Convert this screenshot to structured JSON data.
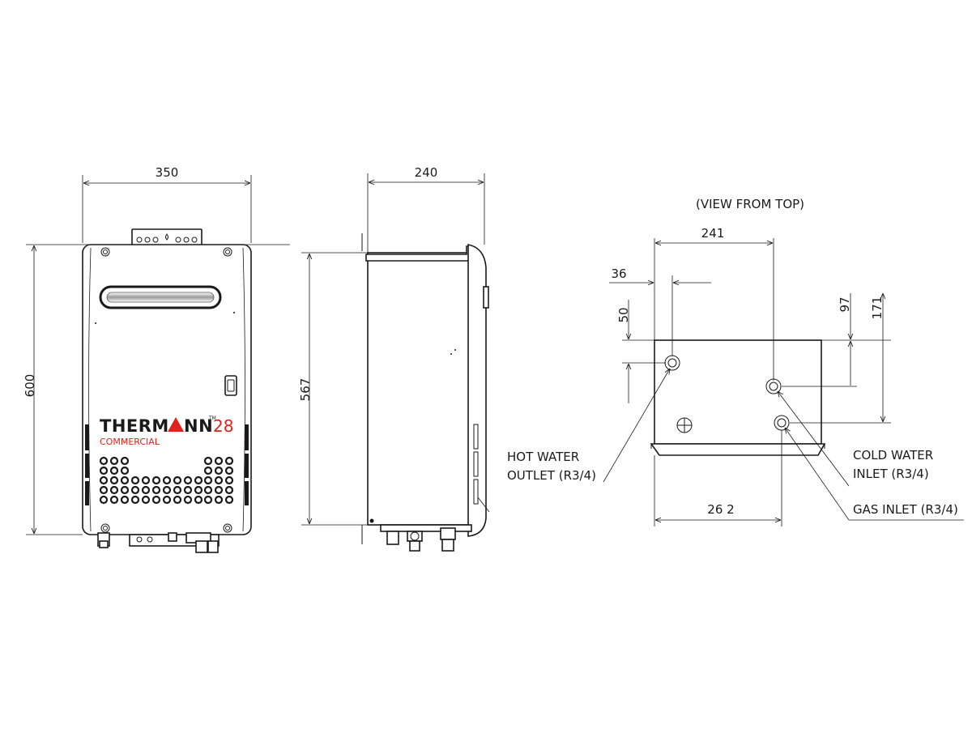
{
  "front_view": {
    "width_dim": "350",
    "height_dim": "600",
    "brand_name_1": "THERM",
    "brand_name_2": "NN",
    "brand_tm": "TM",
    "brand_model": "28",
    "brand_sub": "COMMERCIAL",
    "brand_color": "#e3211b"
  },
  "side_view": {
    "depth_dim": "240",
    "height_dim": "567"
  },
  "top_view": {
    "title": "(VIEW FROM TOP)",
    "dims": {
      "d241": "241",
      "d36": "36",
      "d50": "50",
      "d97": "97",
      "d171": "171",
      "d262": "26 2"
    },
    "labels": {
      "hot_water_1": "HOT WATER",
      "hot_water_2": "OUTLET (R3/4)",
      "cold_water_1": "COLD WATER",
      "cold_water_2": "INLET (R3/4)",
      "gas_inlet": "GAS INLET (R3/4)"
    }
  }
}
